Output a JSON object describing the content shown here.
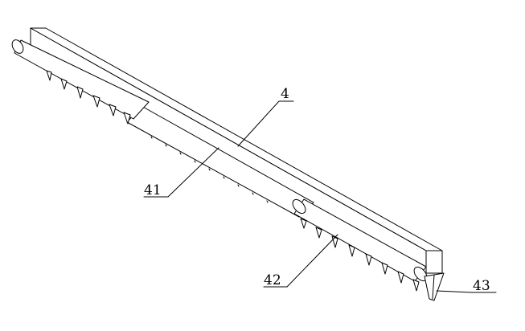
{
  "drawing": {
    "labels": {
      "part_4": "4",
      "part_41": "41",
      "part_42": "42",
      "part_43": "43"
    }
  }
}
